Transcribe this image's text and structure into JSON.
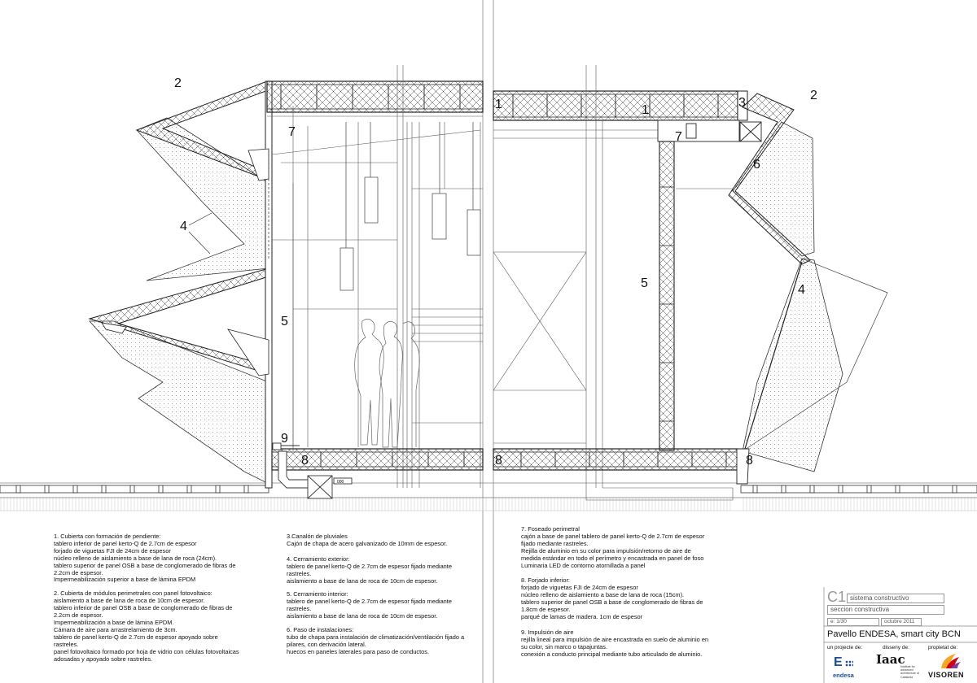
{
  "drawing": {
    "callouts_left": [
      "2",
      "7",
      "4",
      "5",
      "9",
      "8"
    ],
    "callouts_right": [
      "1",
      "1",
      "3",
      "2",
      "7",
      "6",
      "5",
      "4",
      "8",
      "8"
    ],
    "duct_label": "000"
  },
  "notes": [
    {
      "title": "1. Cubierta con formación de pendiente:",
      "lines": "tablero inferior de panel kerto-Q de 2.7cm de espesor\nforjado de viguetas FJI de 24cm de espesor\nnúcleo relleno de aislamiento a base de lana de roca (24cm).\ntablero superior de panel OSB a base de conglomerado de fibras de\n2.2cm de espesor.\nImpermeabilización superior a base de lámina EPDM"
    },
    {
      "title": "2. Cubierta de módulos perimetrales con panel fotovoltaico:",
      "lines": "aislamiento a base de lana de roca de 10cm de espesor.\ntablero inferior de panel OSB a base de conglomerado de fibras de\n2.2cm de espesor.\nImpermeabilización a base de lámina EPDM.\nCámara de aire para arrastrelamiento de 3cm.\ntablero de panel kerto-Q de 2.7cm de espesor apoyado sobre\nrastreles.\npanel fotovoltaico formado por hoja de vidrio con células fotovoltaicas\nadosadas y apoyado sobre rastreles."
    },
    {
      "title": "3.Canalón de pluviales",
      "lines": "Cajón de chapa de acero galvanizado de 10mm de espesor."
    },
    {
      "title": "4. Cerramiento exterior:",
      "lines": "tablero de panel kerto-Q de 2.7cm de espesor fijado mediante\nrastreles.\naislamiento a base de lana de roca de 10cm de espesor."
    },
    {
      "title": "5. Cerramiento interior:",
      "lines": "tablero de panel kerto-Q de 2.7cm de espesor fijado mediante\nrastreles.\naislamiento a base de lana de roca de 10cm de espesor."
    },
    {
      "title": "6. Paso de instalaciones:",
      "lines": "tubo de chapa para instalación de climatización/ventilación fijado a\npilares, con derivación lateral.\nhuecos en paneles laterales para paso de conductos."
    },
    {
      "title": "7. Foseado perimetral",
      "lines": "cajón a base de panel tablero de panel kerto-Q de 2.7cm de espesor\nfijado mediante rastreles.\nRejilla de aluminio en su color para impulsión/retorno de aire de\nmedida estándar en todo el perímetro y encastrada en panel de foso\nLuminaria LED de contorno atornillada a panel"
    },
    {
      "title": "8. Forjado inferior:",
      "lines": "forjado de viguetas FJI de 24cm de espesor\nnúcleo relleno de aislamiento a base de lana de roca (15cm).\ntablero superior de panel OSB a base de conglomerado de fibras de\n1.8cm de espesor.\nparqué de lamas de madera. 1cm de espesor"
    },
    {
      "title": "9. Impulsión de aire",
      "lines": "rejilla lineal para impulsión de aire encastrada en suelo de aluminio en\nsu color, sin marco o tapajuntas.\nconexión a conducto principal mediante tubo articulado de aluminio."
    }
  ],
  "title_block": {
    "code": "C1",
    "system": "sistema constructivo",
    "section": "seccion constructiva",
    "scale": "e: 1/30",
    "date": "octubre 2011",
    "project": "Pavello ENDESA, smart city BCN",
    "project_by": "un projecte de:",
    "design_by": "disseny de:",
    "owner_by": "propietat de:",
    "logo_endesa": "endesa",
    "logo_endesa_mark": "E",
    "logo_iaac": "Iaac",
    "logo_iaac_sub": "Institute for advanced architecture of Catalonia",
    "logo_visoren": "VISOREN"
  }
}
